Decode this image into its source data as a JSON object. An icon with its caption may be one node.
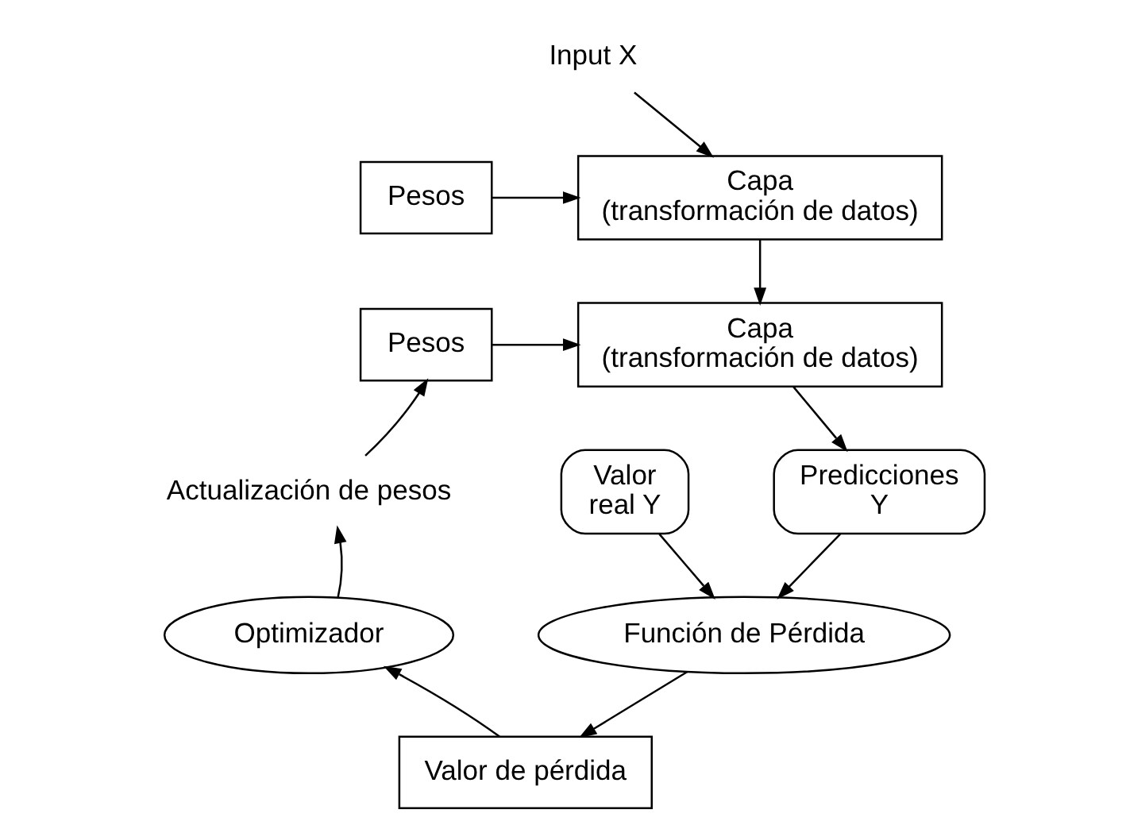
{
  "diagram": {
    "nodes": [
      {
        "text": [
          "Input X"
        ]
      },
      {
        "text": [
          "Capa (transformación de datos)"
        ]
      },
      {
        "text": [
          "Pesos"
        ]
      },
      {
        "text": [
          "Capa (transformación de datos)"
        ]
      },
      {
        "text": [
          "Pesos"
        ]
      },
      {
        "text": [
          "Actualización de pesos"
        ]
      },
      {
        "text": [
          "Predicciones Y"
        ]
      },
      {
        "text": [
          "Valor real Y"
        ]
      },
      {
        "text": [
          "Optimizador"
        ]
      },
      {
        "text": [
          "Función de Pérdida"
        ]
      },
      {
        "text": [
          "Valor de pérdida"
        ]
      }
    ],
    "edges": [
      {
        "from": 0,
        "to": 1,
        "arrow": "to"
      },
      {
        "from": 2,
        "to": 1,
        "arrow": "to"
      },
      {
        "from": 1,
        "to": 3,
        "arrow": "to"
      },
      {
        "from": 4,
        "to": 3,
        "arrow": "to"
      },
      {
        "from": 3,
        "to": 6,
        "arrow": "to"
      },
      {
        "from": 5,
        "to": 4,
        "arrow": "to"
      },
      {
        "from": 8,
        "to": 5,
        "arrow": "to"
      },
      {
        "from": 6,
        "to": 9,
        "arrow": "to"
      },
      {
        "from": 7,
        "to": 9,
        "arrow": "to"
      },
      {
        "from": 9,
        "to": 10,
        "arrow": "to"
      },
      {
        "from": 10,
        "to": 8,
        "arrow": "to"
      }
    ]
  }
}
